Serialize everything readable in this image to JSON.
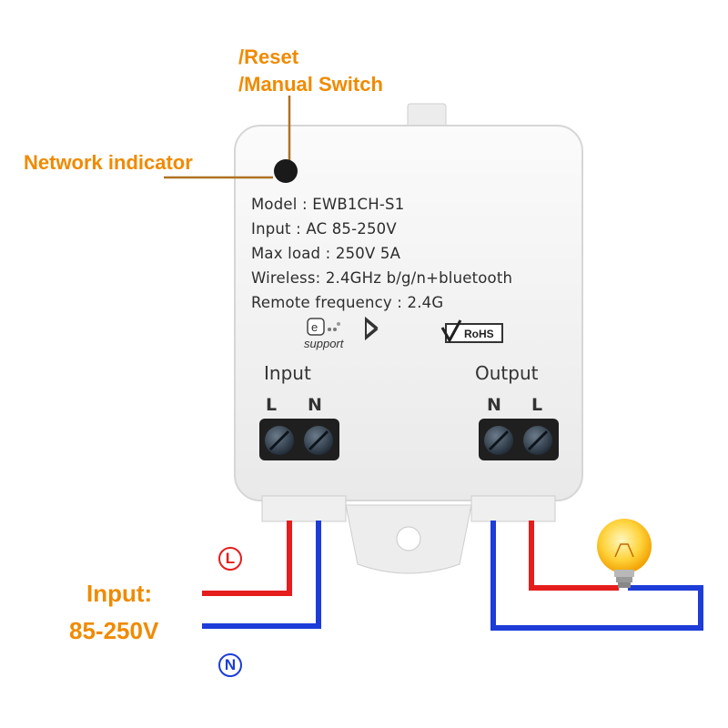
{
  "callouts": {
    "reset": "/Reset",
    "manual_switch": "/Manual Switch",
    "network_indicator": "Network indicator",
    "input_title": "Input:",
    "input_range": "85-250V"
  },
  "specs": {
    "model": "Model : EWB1CH-S1",
    "input": "Input : AC 85-250V",
    "max_load": "Max load : 250V 5A",
    "wireless": "Wireless: 2.4GHz b/g/n+bluetooth",
    "remote_frequency": "Remote frequency : 2.4G"
  },
  "logos": {
    "esupport": "support",
    "rohs": "RoHS"
  },
  "terminals": {
    "input_title": "Input",
    "output_title": "Output",
    "input_l": "L",
    "input_n": "N",
    "output_n": "N",
    "output_l": "L"
  },
  "wires": {
    "live_badge": "L",
    "neutral_badge": "N",
    "live_color": "#e51d1d",
    "neutral_color": "#1d3cd8"
  },
  "colors": {
    "callout": "#f08a00",
    "device_body": "#f4f4f4"
  },
  "icons": {
    "bluetooth": "bluetooth-icon",
    "light_bulb": "light-bulb-icon"
  }
}
